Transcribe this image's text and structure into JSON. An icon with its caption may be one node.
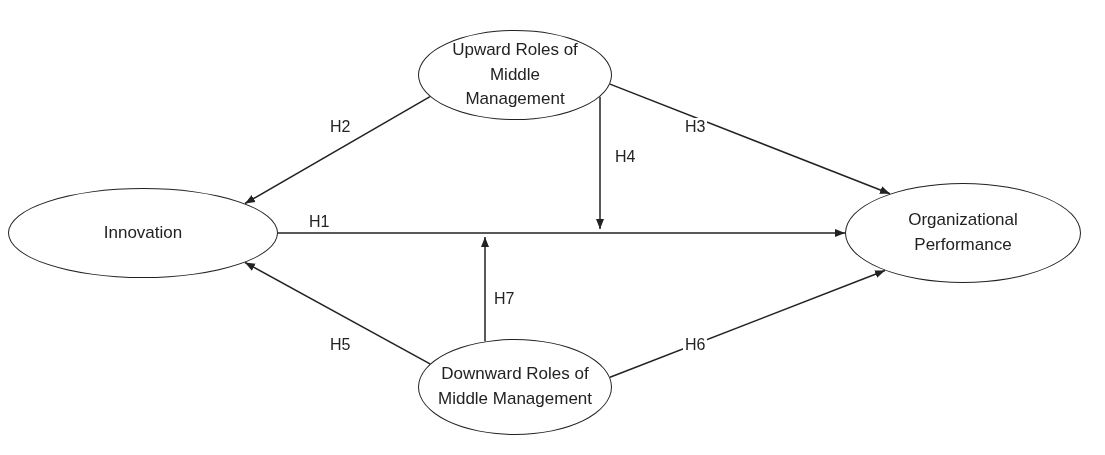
{
  "diagram": {
    "nodes": [
      {
        "text": [
          "Upward Roles of Middle Management"
        ]
      },
      {
        "text": [
          "Innovation"
        ]
      },
      {
        "text": [
          "Organizational Performance"
        ]
      },
      {
        "text": [
          "Downward Roles of Middle Management"
        ]
      }
    ],
    "edges": [
      {
        "from": 1,
        "to": 2,
        "arrow": "to",
        "label": "H1"
      },
      {
        "from": 0,
        "to": 1,
        "arrow": "to",
        "label": "H2"
      },
      {
        "from": 0,
        "to": 2,
        "arrow": "to",
        "label": "H3"
      },
      {
        "from": 0,
        "to": null,
        "arrow": "to",
        "label": "H4"
      },
      {
        "from": 3,
        "to": 1,
        "arrow": "to",
        "label": "H5"
      },
      {
        "from": 3,
        "to": 2,
        "arrow": "to",
        "label": "H6"
      },
      {
        "from": 3,
        "to": null,
        "arrow": "to",
        "label": "H7"
      }
    ]
  }
}
